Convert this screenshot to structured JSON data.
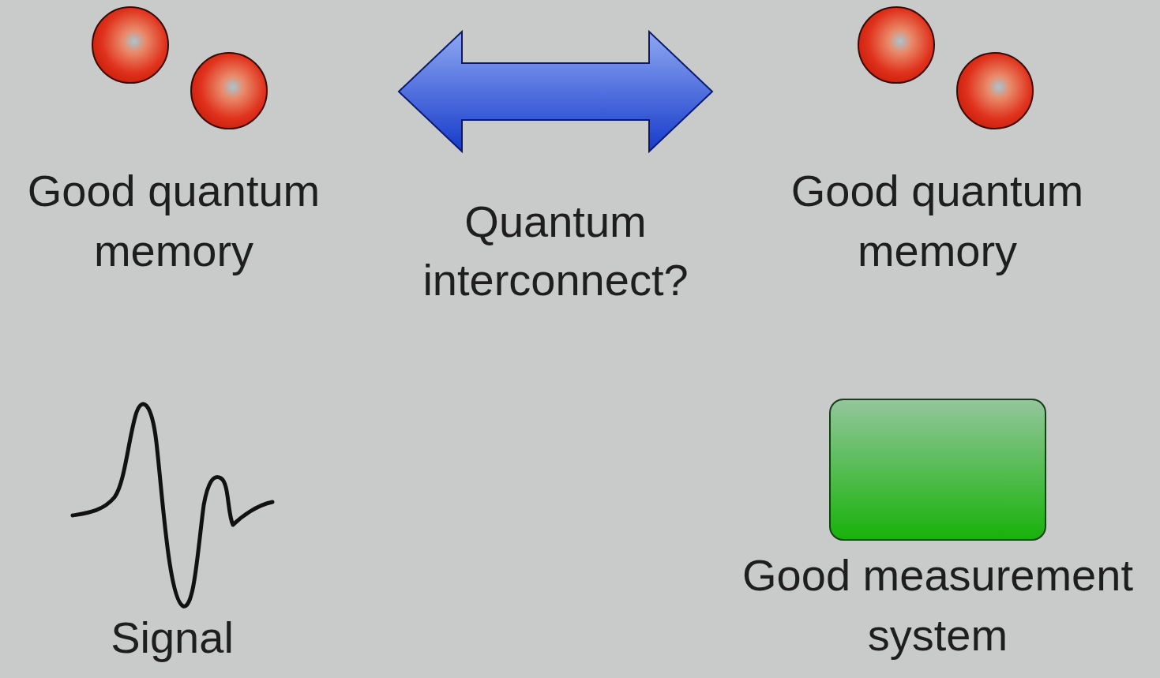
{
  "diagram": {
    "nodes": [
      {
        "text": [
          "Good quantum memory"
        ]
      },
      {
        "text": [
          "Good quantum memory"
        ]
      },
      {
        "text": [
          "Good measurement system"
        ]
      }
    ],
    "edges": [
      {
        "from": 0,
        "to": 1,
        "arrow": "both",
        "label": "Quantum interconnect?"
      }
    ],
    "labels": [
      "Signal"
    ]
  }
}
